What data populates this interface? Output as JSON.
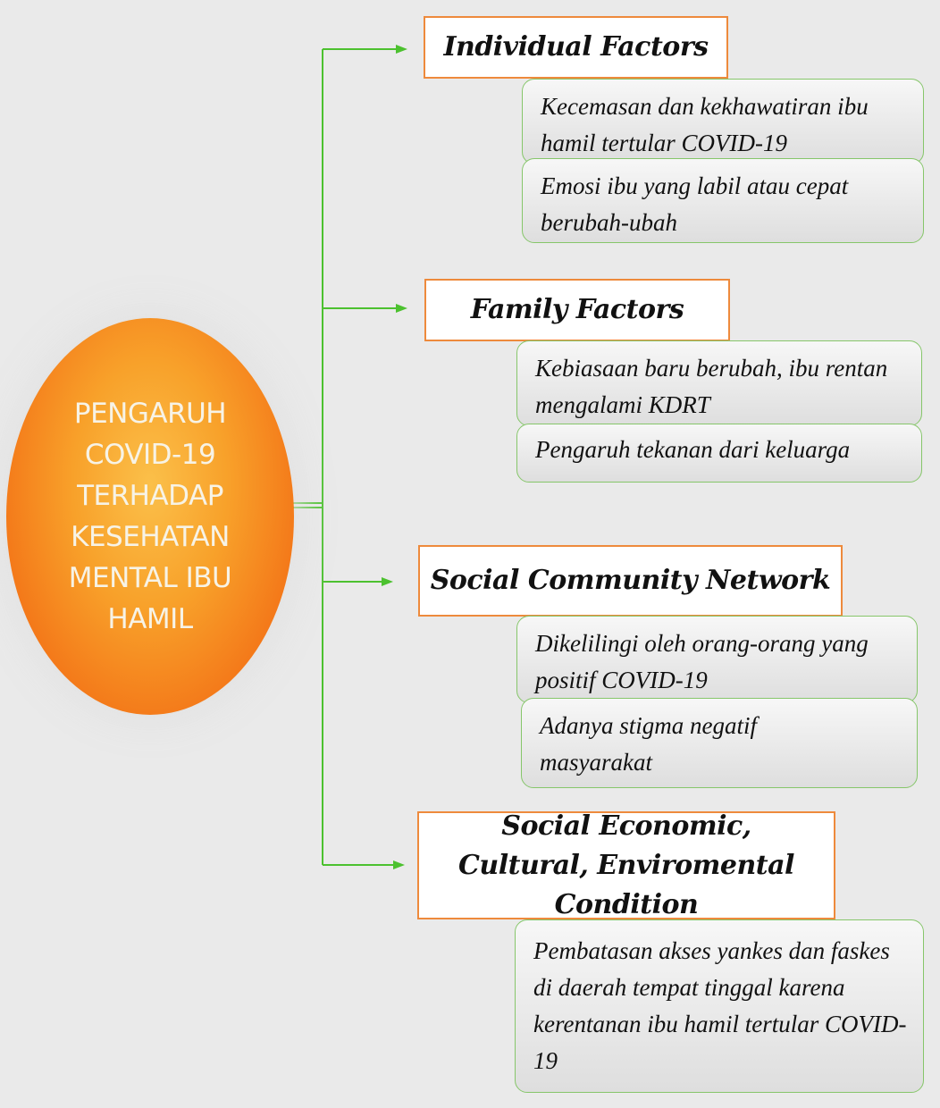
{
  "central": {
    "lines": [
      "PENGARUH",
      "COVID-19",
      "TERHADAP",
      "KESEHATAN",
      "MENTAL IBU",
      "HAMIL"
    ]
  },
  "factors": [
    {
      "label": "Individual Factors",
      "items": [
        "Kecemasan dan kekhawatiran ibu hamil tertular COVID-19",
        "Emosi ibu yang labil atau cepat berubah-ubah"
      ]
    },
    {
      "label": "Family Factors",
      "items": [
        "Kebiasaan baru berubah, ibu rentan mengalami KDRT",
        "Pengaruh tekanan dari keluarga"
      ]
    },
    {
      "label": "Social Community Network",
      "items": [
        "Dikelilingi oleh orang-orang yang positif COVID-19",
        "Adanya stigma negatif masyarakat"
      ]
    },
    {
      "label": "Social Economic, Cultural, Enviromental Condition",
      "items": [
        "Pembatasan akses yankes dan faskes di daerah tempat tinggal karena kerentanan ibu hamil tertular COVID-19"
      ]
    }
  ],
  "colors": {
    "connector": "#4cc12f",
    "factor_border": "#ee8a3c",
    "item_border": "#86c66a",
    "ellipse_center": "#fbc04a",
    "ellipse_edge": "#ef5d12"
  }
}
